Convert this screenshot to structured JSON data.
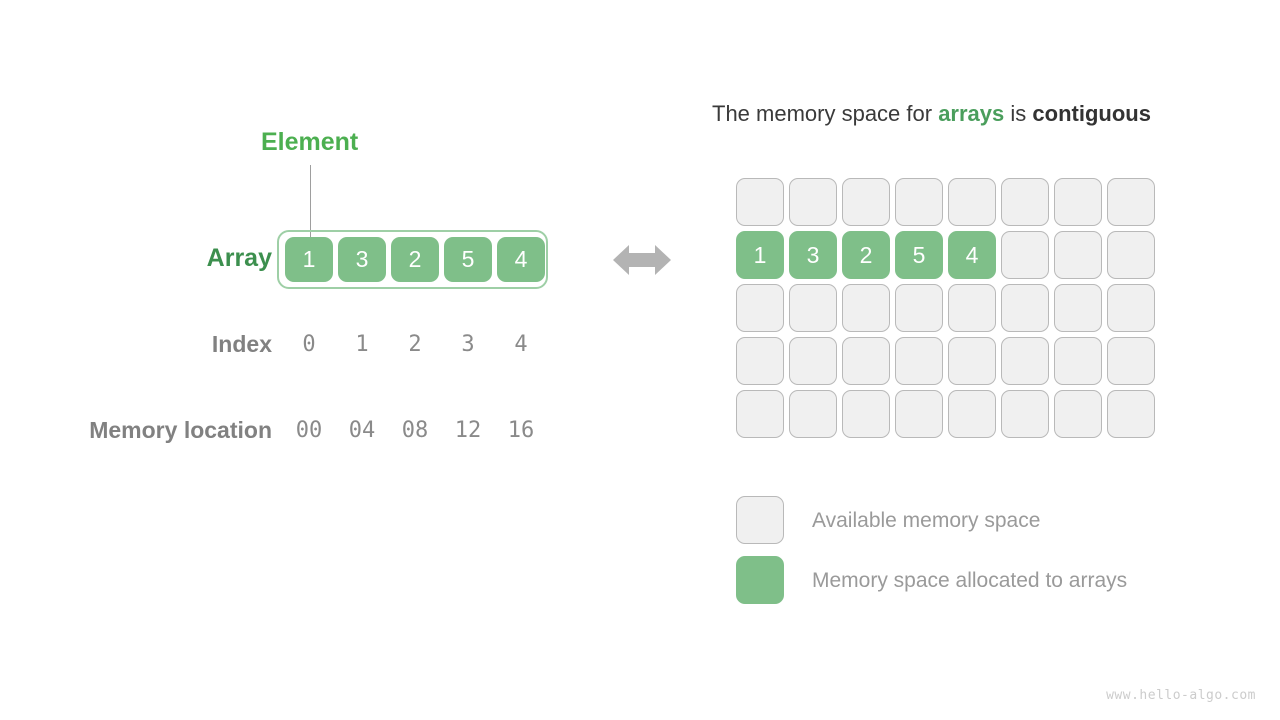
{
  "diagram": {
    "left": {
      "element_callout": "Element",
      "rows": {
        "array_label": "Array",
        "index_label": "Index",
        "memory_label": "Memory location"
      },
      "array_values": [
        "1",
        "3",
        "2",
        "5",
        "4"
      ],
      "indices": [
        "0",
        "1",
        "2",
        "3",
        "4"
      ],
      "memory_locations": [
        "00",
        "04",
        "08",
        "12",
        "16"
      ]
    },
    "arrow": {
      "icon": "double-headed-horizontal-arrow",
      "color": "#b3b3b3"
    },
    "right": {
      "title": {
        "part1": "The memory space for ",
        "highlight_green": "arrays",
        "part2": " is ",
        "highlight_dark": "contiguous"
      },
      "grid": {
        "rows": 5,
        "columns": 8,
        "allocated_row_index": 1,
        "allocated_values": [
          "1",
          "3",
          "2",
          "5",
          "4"
        ]
      },
      "legend": [
        {
          "swatch": "free",
          "label": "Available memory space"
        },
        {
          "swatch": "used",
          "label": "Memory space allocated to arrays"
        }
      ]
    },
    "watermark": "www.hello-algo.com",
    "colors": {
      "accent_green": "#7fbf89",
      "label_green": "#3c8f4e",
      "element_green": "#4caf50",
      "container_border_green": "#9ecfa6",
      "free_cell_fill": "#f0f0f0",
      "free_cell_border": "#b9b9b9",
      "gray_text": "#818181",
      "legend_text": "#9a9a9a",
      "title_text": "#3a3a3a",
      "watermark_text": "#cccccc",
      "background": "#ffffff"
    }
  }
}
